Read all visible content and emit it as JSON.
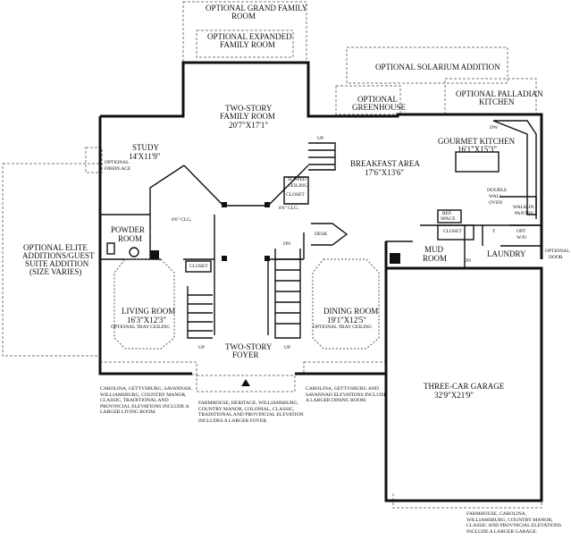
{
  "rooms": {
    "grand_family": {
      "name": "OPTIONAL GRAND FAMILY",
      "sub": "ROOM"
    },
    "expanded_family": {
      "name": "OPTIONAL EXPANDED",
      "sub": "FAMILY ROOM"
    },
    "solarium": {
      "name": "OPTIONAL SOLARIUM ADDITION"
    },
    "greenhouse": {
      "name": "OPTIONAL",
      "sub": "GREENHOUSE"
    },
    "palladian": {
      "name": "OPTIONAL PALLADIAN",
      "sub": "KITCHEN"
    },
    "family": {
      "name": "TWO-STORY",
      "sub": "FAMILY ROOM",
      "dim": "20'7\"X17'1\""
    },
    "study": {
      "name": "STUDY",
      "dim": "14'X11'9\""
    },
    "breakfast": {
      "name": "BREAKFAST AREA",
      "dim": "17'6\"X13'6\""
    },
    "kitchen": {
      "name": "GOURMET KITCHEN",
      "dim": "16'1\"X15'3\""
    },
    "powder": {
      "name": "POWDER",
      "sub": "ROOM"
    },
    "elite": {
      "l1": "OPTIONAL ELITE",
      "l2": "ADDITIONS/GUEST",
      "l3": "SUITE ADDITION",
      "l4": "(SIZE VARIES)"
    },
    "living": {
      "name": "LIVING ROOM",
      "dim": "16'3\"X12'3\"",
      "ceiling": "OPTIONAL TRAY CEILING"
    },
    "dining": {
      "name": "DINING ROOM",
      "dim": "19'1\"X12'5\"",
      "ceiling": "OPTIONAL TRAY CEILING"
    },
    "foyer": {
      "name": "TWO-STORY",
      "sub": "FOYER"
    },
    "mud": {
      "name": "MUD",
      "sub": "ROOM"
    },
    "laundry": {
      "name": "LAUNDRY"
    },
    "garage": {
      "name": "THREE-CAR GARAGE",
      "dim": "32'9\"X21'9\""
    }
  },
  "labels": {
    "optional_fireplace_1": "OPTIONAL",
    "optional_fireplace_2": "FIREPLACE",
    "sloped_1": "SLOPED",
    "sloped_2": "CEILING",
    "closet": "CLOSET",
    "clg_left": "8'6\" CLG.",
    "clg_right": "8'6\" CLG.",
    "desk": "DESK",
    "up": "UP",
    "dn": "DN",
    "dw": "DW",
    "double_wall_1": "DOUBLE",
    "double_wall_2": "WALL",
    "double_wall_3": "OVEN",
    "walk_in_1": "WALK-IN",
    "walk_in_2": "PANTRY",
    "ref_1": "REF.",
    "ref_2": "SPACE",
    "opt_wd_1": "OPT",
    "opt_wd_2": "W/D",
    "optional_door_1": "OPTIONAL",
    "optional_door_2": "DOOR",
    "t_mark": "T"
  },
  "notes": {
    "living_note": "CAROLINA, GETTYSBURG, SAVANNAH, WILLIAMSBURG, COUNTRY MANOR, CLASSIC, TRADITIONAL AND PROVINCIAL ELEVATIONS INCLUDE A LARGER LIVING ROOM.",
    "foyer_note": "FARMHOUSE, HERITAGE, WILLIAMSBURG, COUNTRY MANOR, COLONIAL, CLASSIC, TRADITIONAL AND PROVINCIAL ELEVATION INCLUDES A LARGER FOYER.",
    "dining_note": "CAROLINA, GETTYSBURG AND SAVANNAH ELEVATIONS INCLUDE A LARGER DINING ROOM.",
    "garage_note": "FARMHOUSE, CAROLINA, WILLIAMSBURG, COUNTRY MANOR, CLASSIC AND PROVINCIAL ELEVATIONS INCLUDE A LARGER GARAGE."
  }
}
